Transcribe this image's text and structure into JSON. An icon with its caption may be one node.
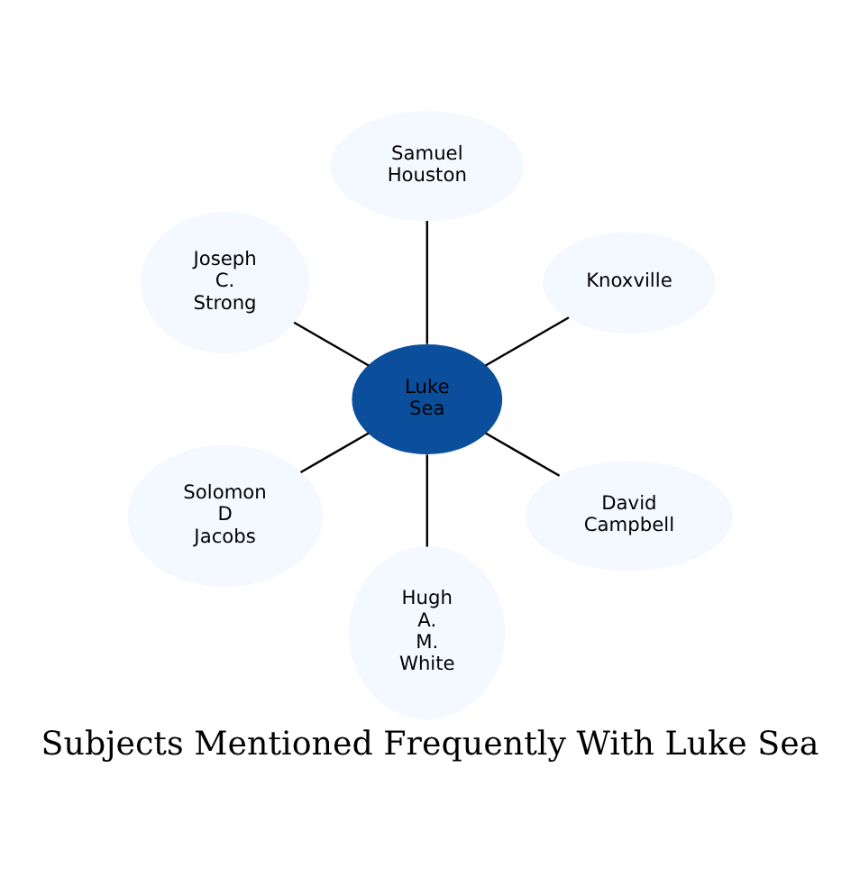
{
  "diagram": {
    "title": "Subjects Mentioned Frequently With Luke Sea",
    "nodes": [
      {
        "text": [
          "Samuel Houston"
        ]
      },
      {
        "text": [
          "Joseph C. Strong"
        ]
      },
      {
        "text": [
          "Knoxville"
        ]
      },
      {
        "text": [
          "Luke Sea"
        ]
      },
      {
        "text": [
          "Solomon D Jacobs"
        ]
      },
      {
        "text": [
          "David Campbell"
        ]
      },
      {
        "text": [
          "Hugh A. M. White"
        ]
      }
    ],
    "edges": [
      {
        "from": 3,
        "to": 0,
        "arrow": "none"
      },
      {
        "from": 3,
        "to": 2,
        "arrow": "none"
      },
      {
        "from": 3,
        "to": 5,
        "arrow": "none"
      },
      {
        "from": 3,
        "to": 6,
        "arrow": "none"
      },
      {
        "from": 3,
        "to": 4,
        "arrow": "none"
      },
      {
        "from": 3,
        "to": 1,
        "arrow": "none"
      }
    ]
  }
}
